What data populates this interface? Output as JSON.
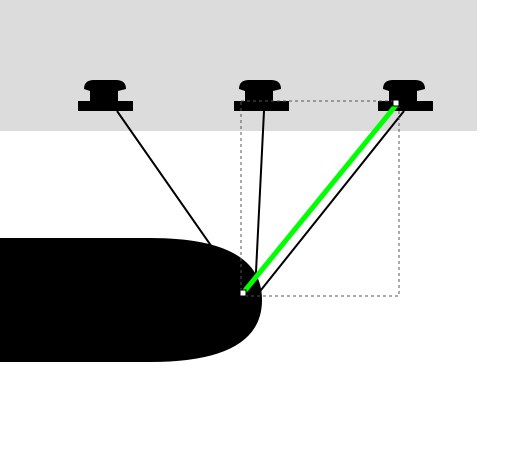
{
  "colors": {
    "background": "#ffffff",
    "wall": "#dcdcdc",
    "object": "#000000",
    "highlight": "#00ff00",
    "selection_box": "#555555"
  },
  "objects": {
    "mooring_bollards": [
      "bollard-icon",
      "bollard-icon",
      "bollard-icon"
    ],
    "mooring_lines": 3,
    "selected_line": "line-3",
    "vessel": "hull-shape"
  }
}
